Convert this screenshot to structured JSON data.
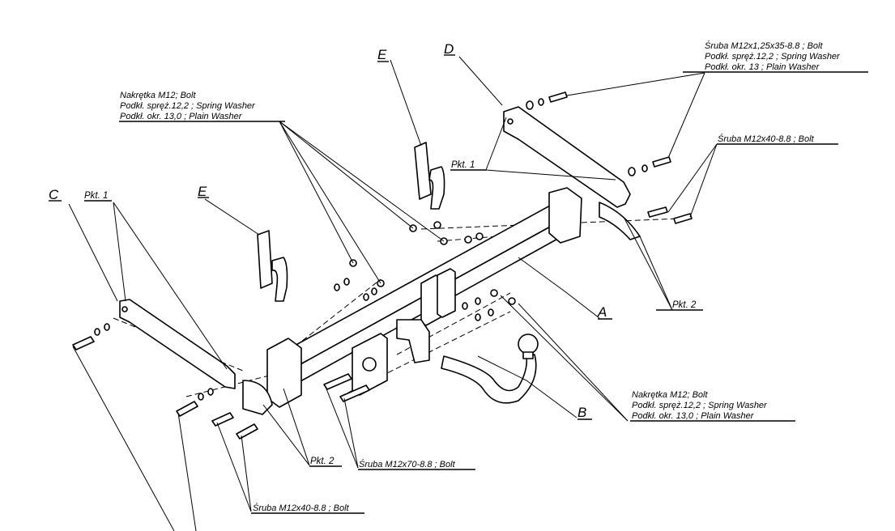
{
  "part_letters": {
    "A": "A",
    "B": "B",
    "C": "C",
    "D": "D",
    "E_left": "E",
    "E_top": "E"
  },
  "point_labels": {
    "pkt1_left": "Pkt. 1",
    "pkt1_right": "Pkt. 1",
    "pkt2_bottom": "Pkt. 2",
    "pkt2_right": "Pkt. 2"
  },
  "callouts": {
    "top_right": {
      "line1": "Śruba M12x1,25x35-8.8 ;  Bolt",
      "line2": "Podkł. spręż.12,2 ; Spring Washer",
      "line3": "Podkł. okr. 13 ; Plain Washer"
    },
    "right_bolt": "Śruba M12x40-8.8 ;  Bolt",
    "top_left": {
      "line1": "Nakrętka M12;  Bolt",
      "line2": "Podkł. spręż.12,2 ; Spring Washer",
      "line3": "Podkł. okr. 13,0 ; Plain Washer"
    },
    "bottom_right": {
      "line1": "Nakrętka M12;  Bolt",
      "line2": "Podkł. spręż.12,2 ; Spring Washer",
      "line3": "Podkł. okr. 13,0 ; Plain Washer"
    },
    "center_bolt": "Śruba M12x70-8.8 ;  Bolt",
    "bottom_left_bolt": "Śruba M12x40-8.8 ;  Bolt"
  }
}
